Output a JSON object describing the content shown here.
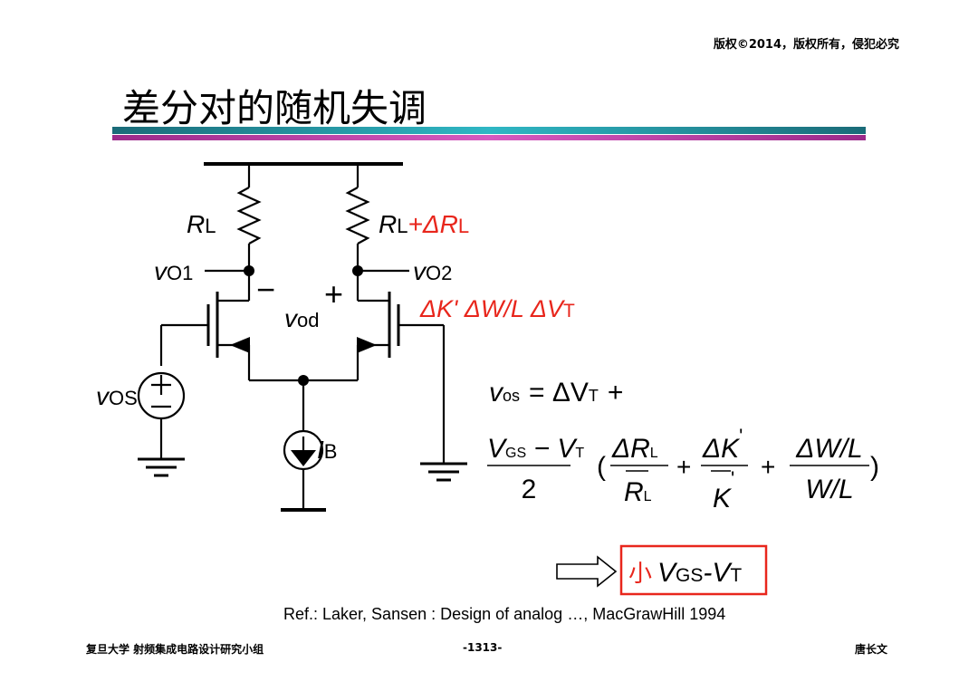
{
  "header": {
    "copyright": "版权©2014，版权所有，侵犯必究"
  },
  "title": "差分对的随机失调",
  "circuit": {
    "rl_left": {
      "main": "R",
      "sub": "L"
    },
    "rl_right": {
      "main": "R",
      "sub": "L",
      "delta_text": "+ΔR",
      "delta_sub": "L"
    },
    "vo1": {
      "main": "v",
      "sub": "O1"
    },
    "vo2": {
      "main": "v",
      "sub": "O2"
    },
    "vod": {
      "main": "v",
      "sub": "od"
    },
    "minus_sign": "−",
    "plus_sign": "+",
    "mismatch": "ΔK' ΔW/L ΔV",
    "mismatch_sub": "T",
    "vos": {
      "main": "v",
      "sub": "OS"
    },
    "source_plus": "+",
    "source_minus": "−",
    "ib": {
      "main": "I",
      "sub": "B"
    }
  },
  "formula": {
    "line1_v": "v",
    "line1_v_sub": "os",
    "line1_eq": "= ΔV",
    "line1_sub": "T",
    "line1_plus": "+",
    "frac1_num_a": "V",
    "frac1_num_a_sub": "GS",
    "frac1_num_b": " − V",
    "frac1_num_b_sub": "T",
    "frac1_den": "2",
    "paren_open": "(",
    "paren_close": ")",
    "frac2_num": "ΔR",
    "frac2_num_sub": "L",
    "frac2_den": "R",
    "frac2_den_sub": "L",
    "plus": "+",
    "frac3_num": "ΔK",
    "frac3_num_sup": "'",
    "frac3_den": "K",
    "frac3_den_sup": "'",
    "frac4_num": "ΔW/L",
    "frac4_den": "W/L"
  },
  "conclusion": {
    "small": "小",
    "v": "V",
    "v_sub": "GS",
    "dash": "-V",
    "t_sub": "T"
  },
  "reference": "Ref.: Laker, Sansen : Design of analog …, MacGrawHill 1994",
  "footer": {
    "left": "复旦大学   射频集成电路设计研究小组",
    "center": "-1313-",
    "right": "唐长文"
  },
  "colors": {
    "accent_red": "#e8261c",
    "rule_teal": "#2fb7c4",
    "rule_magenta": "#c24aae"
  }
}
